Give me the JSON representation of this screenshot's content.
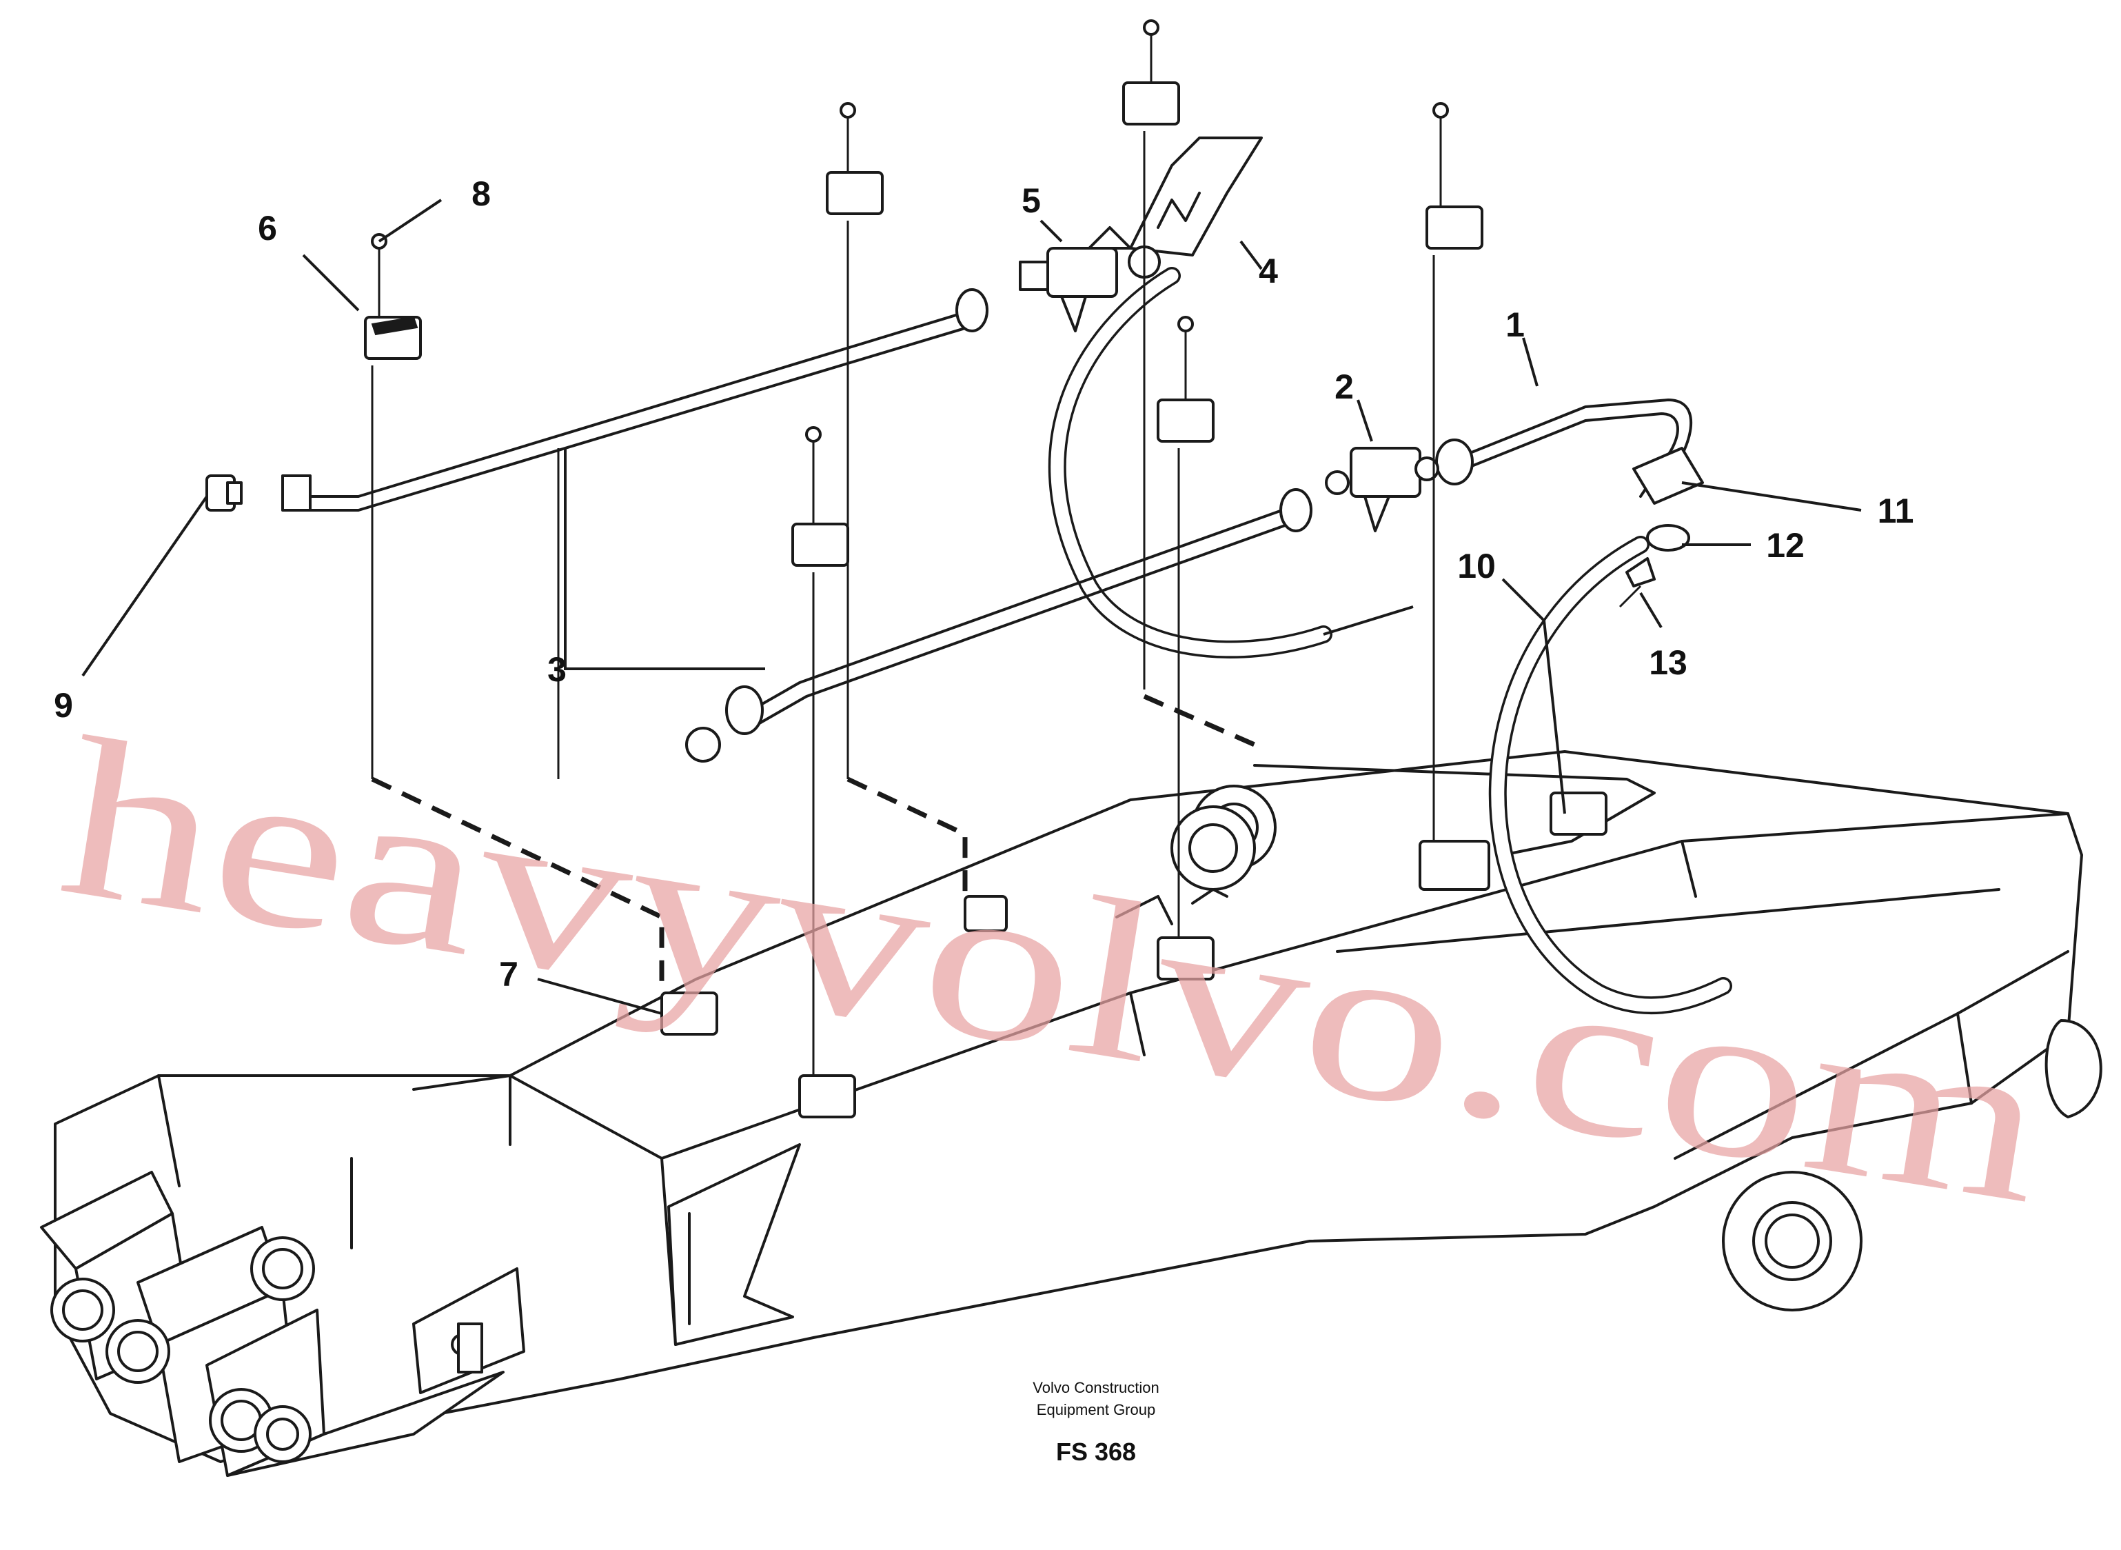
{
  "diagram": {
    "callouts": [
      "1",
      "2",
      "3",
      "4",
      "5",
      "6",
      "7",
      "8",
      "9",
      "10",
      "11",
      "12",
      "13"
    ],
    "caption": {
      "line1": "Volvo Construction",
      "line2": "Equipment Group",
      "code": "FS 368"
    },
    "watermark": "heavyvolvo.com"
  }
}
